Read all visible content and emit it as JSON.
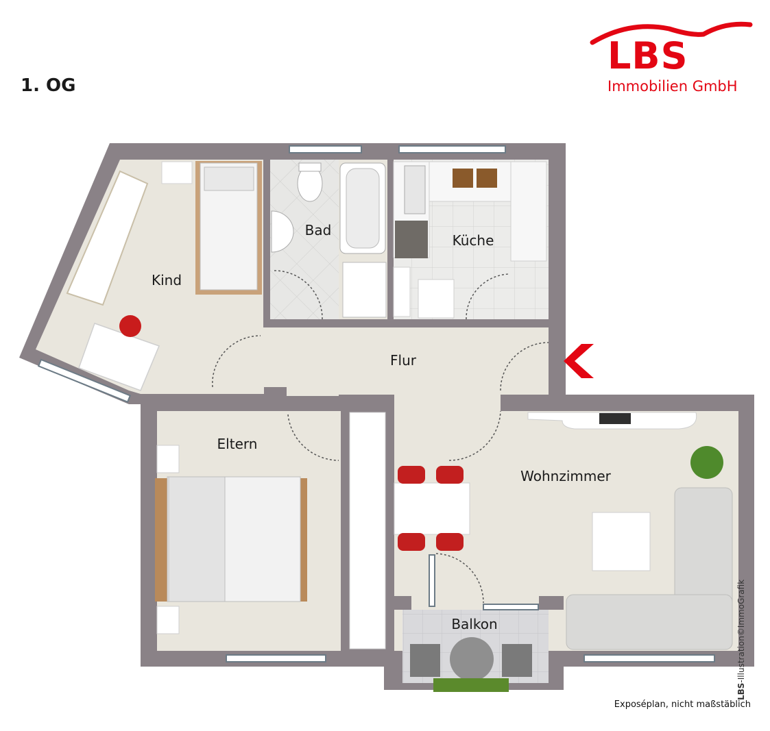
{
  "floor_label": "1. OG",
  "logo": {
    "brand": "LBS",
    "subtitle": "Immobilien GmbH",
    "color": "#e30613"
  },
  "rooms": {
    "kind": "Kind",
    "bad": "Bad",
    "kueche": "Küche",
    "flur": "Flur",
    "eltern": "Eltern",
    "wohnzimmer": "Wohnzimmer",
    "balkon": "Balkon"
  },
  "colors": {
    "wall": "#8a8287",
    "floor": "#e9e6dd",
    "tile": "#e4e4e2",
    "entrance_arrow": "#e30613"
  },
  "footer_note": "Exposéplan, nicht maßstäblich",
  "credit": {
    "brand": "LBS",
    "text": "-Illustration©ImmoGrafik"
  }
}
